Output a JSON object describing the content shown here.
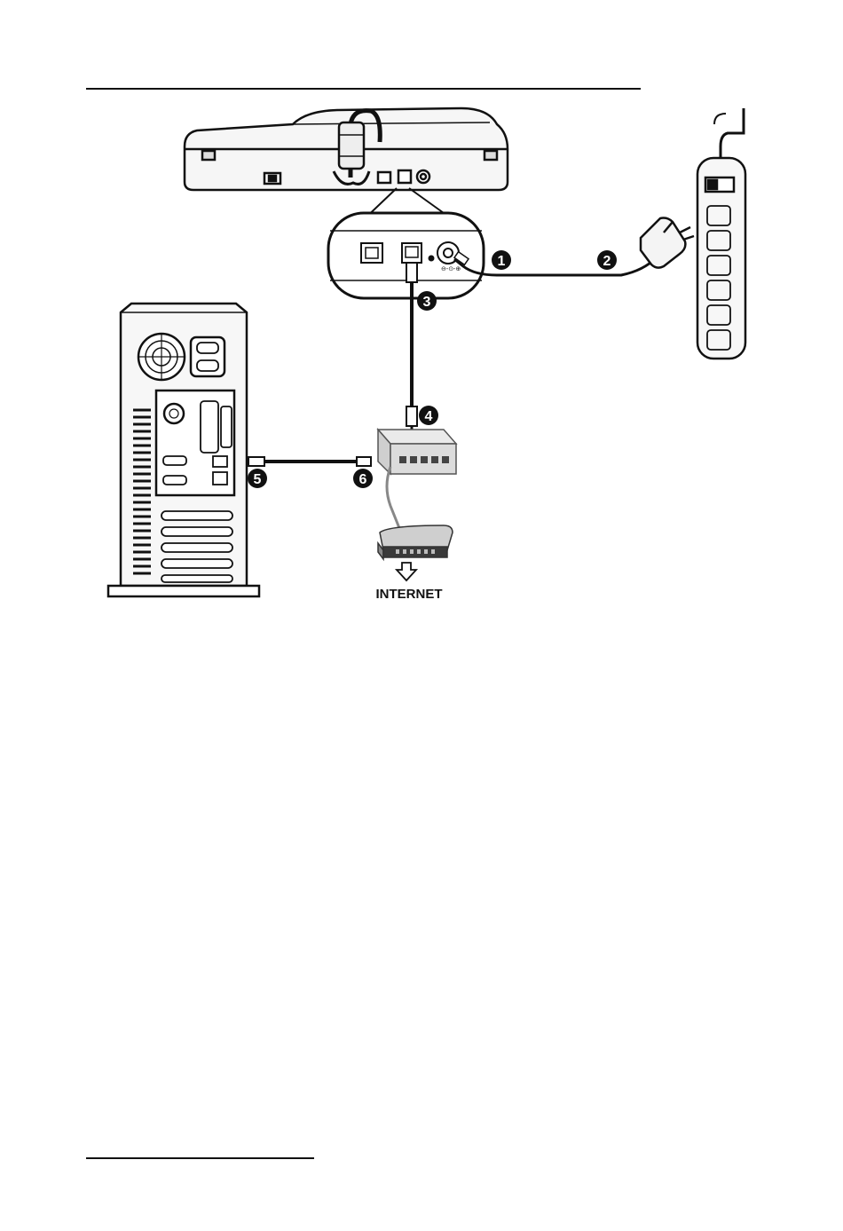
{
  "markers": [
    {
      "id": "1",
      "label": "1"
    },
    {
      "id": "2",
      "label": "2"
    },
    {
      "id": "3",
      "label": "3"
    },
    {
      "id": "4",
      "label": "4"
    },
    {
      "id": "5",
      "label": "5"
    },
    {
      "id": "6",
      "label": "6"
    }
  ],
  "internet_label": "INTERNET",
  "colors": {
    "line": "#111111",
    "fill_light": "#f3f3f3",
    "fill_mid": "#d9d9d9",
    "fill_dark": "#555555",
    "marker": "#111111"
  }
}
